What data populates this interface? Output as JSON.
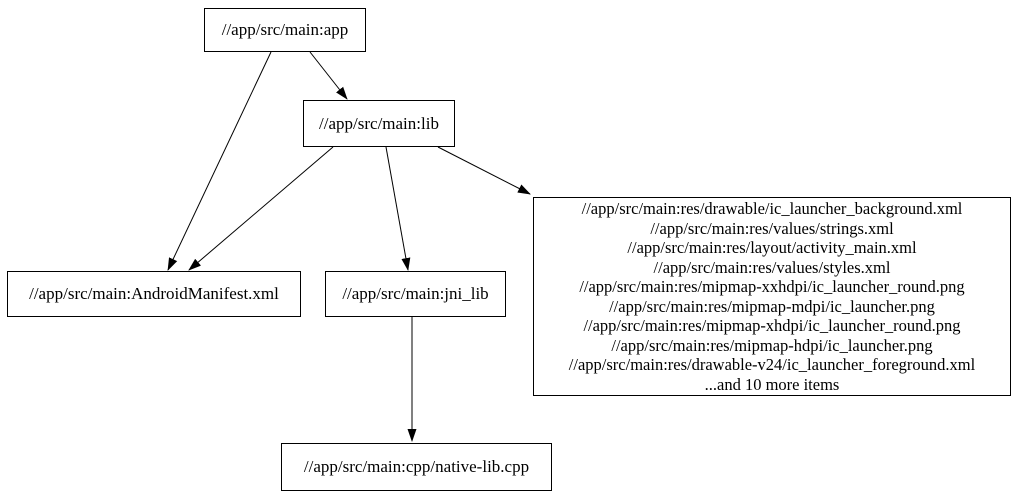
{
  "graph": {
    "nodes": {
      "app": {
        "label": "//app/src/main:app"
      },
      "lib": {
        "label": "//app/src/main:lib"
      },
      "manifest": {
        "label": "//app/src/main:AndroidManifest.xml"
      },
      "jni_lib": {
        "label": "//app/src/main:jni_lib"
      },
      "cpp": {
        "label": "//app/src/main:cpp/native-lib.cpp"
      },
      "res": {
        "lines": [
          "//app/src/main:res/drawable/ic_launcher_background.xml",
          "//app/src/main:res/values/strings.xml",
          "//app/src/main:res/layout/activity_main.xml",
          "//app/src/main:res/values/styles.xml",
          "//app/src/main:res/mipmap-xxhdpi/ic_launcher_round.png",
          "//app/src/main:res/mipmap-mdpi/ic_launcher.png",
          "//app/src/main:res/mipmap-xhdpi/ic_launcher_round.png",
          "//app/src/main:res/mipmap-hdpi/ic_launcher.png",
          "//app/src/main:res/drawable-v24/ic_launcher_foreground.xml",
          "...and 10 more items"
        ]
      }
    },
    "edges": [
      {
        "from": "app",
        "to": "lib"
      },
      {
        "from": "app",
        "to": "manifest"
      },
      {
        "from": "lib",
        "to": "manifest"
      },
      {
        "from": "lib",
        "to": "jni_lib"
      },
      {
        "from": "lib",
        "to": "res"
      },
      {
        "from": "jni_lib",
        "to": "cpp"
      }
    ],
    "colors": {
      "background": "#ffffff",
      "node_border": "#000000",
      "edge": "#000000",
      "text": "#000000"
    }
  }
}
